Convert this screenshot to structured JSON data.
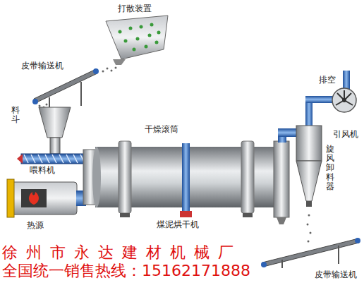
{
  "diagram": {
    "labels": [
      "打散装置",
      "皮带输送机",
      "料斗",
      "喂料机",
      "干燥滚筒",
      "热源",
      "煤泥烘干机",
      "排空",
      "引风机",
      "旋风卸料器",
      "皮带输送机",
      "徐州市永达建材机械厂",
      "全国统一销售热线：15162171888"
    ]
  }
}
